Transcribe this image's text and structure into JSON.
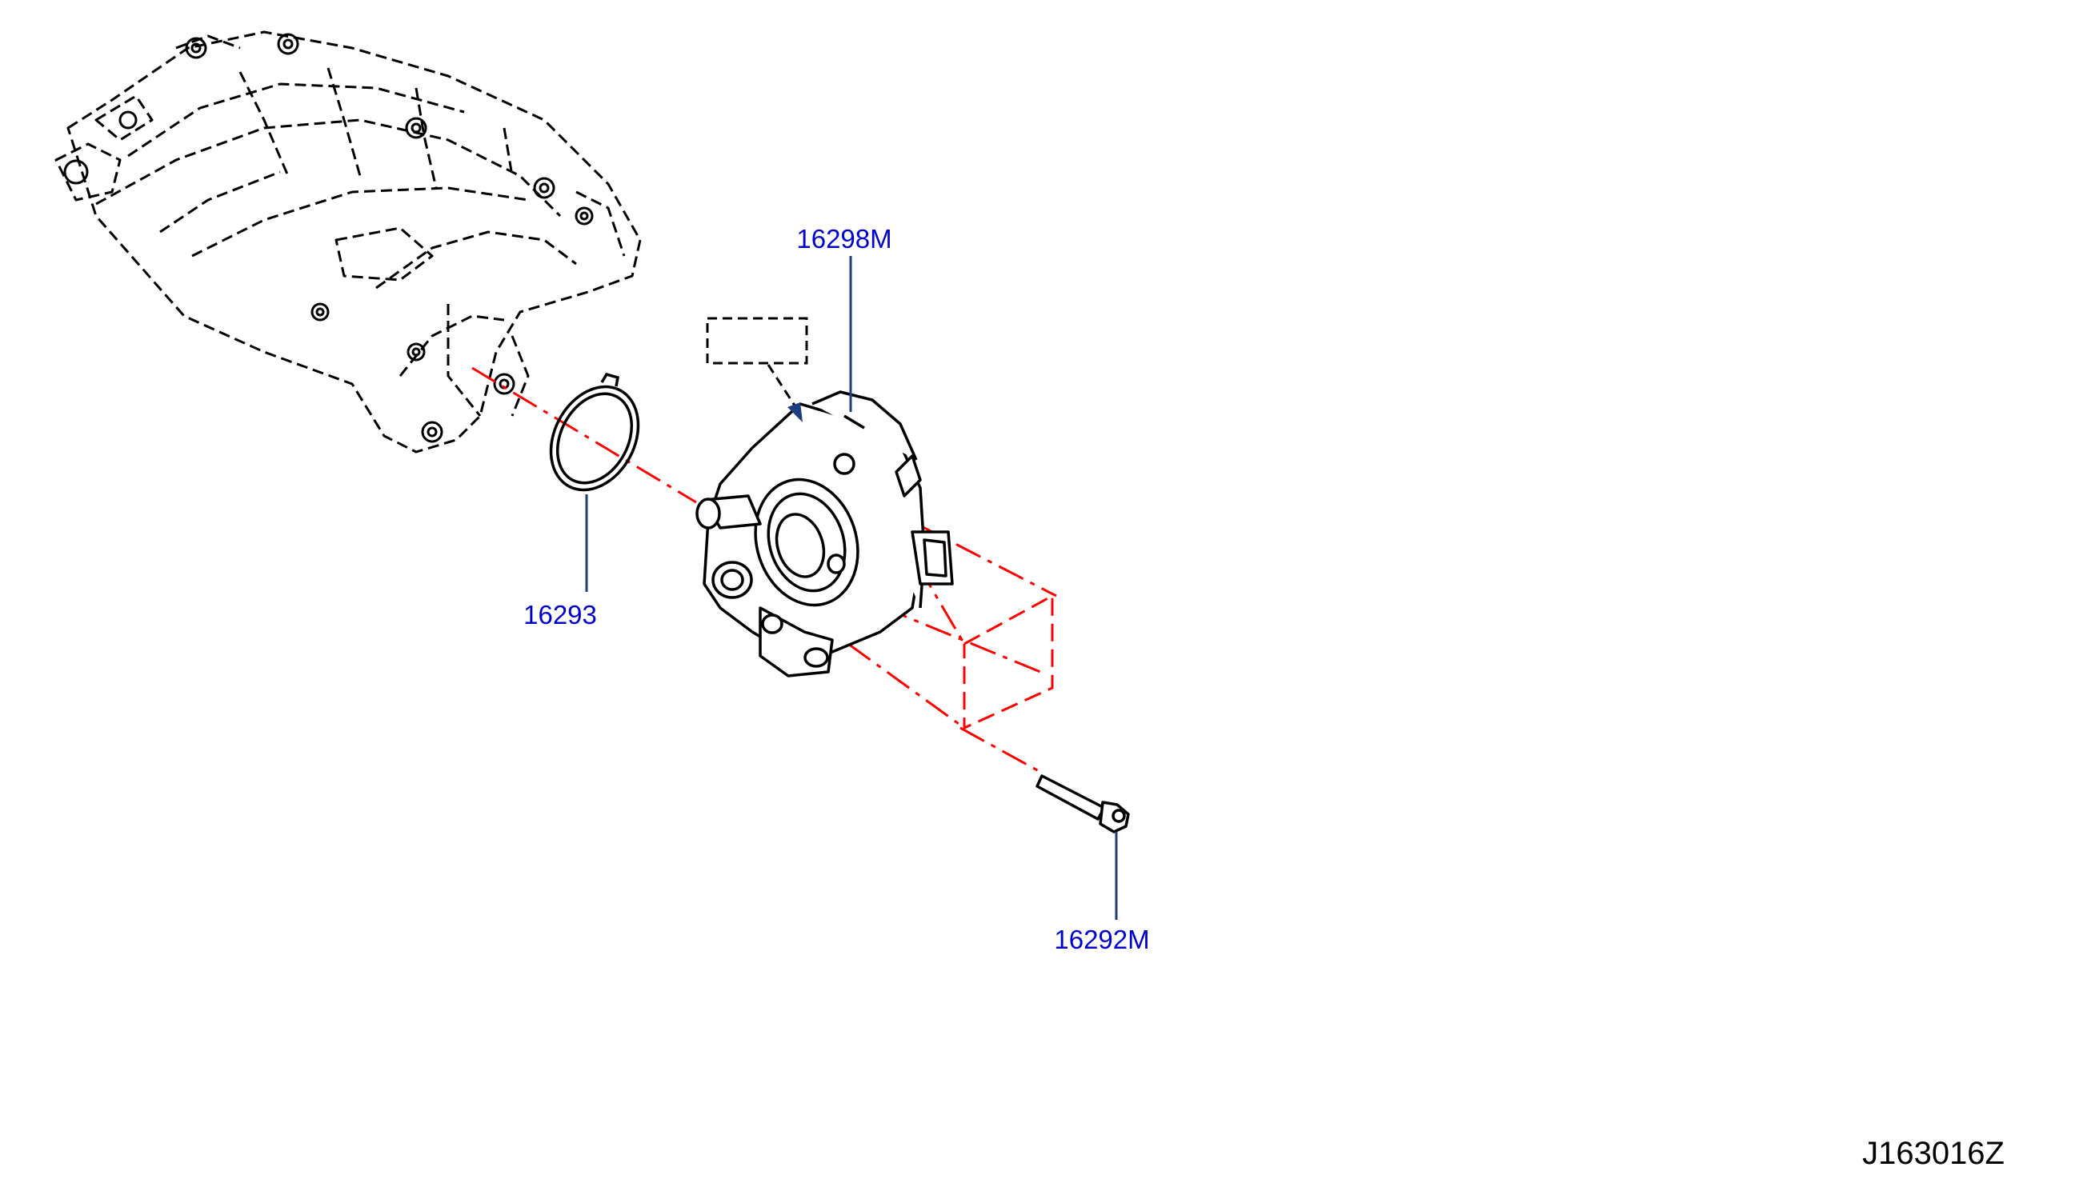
{
  "diagram": {
    "parts": [
      {
        "number": "16298M",
        "name": "throttle-body"
      },
      {
        "number": "16293",
        "name": "gasket"
      },
      {
        "number": "16292M",
        "name": "bolt"
      }
    ],
    "diagram_id": "J163016Z",
    "colors": {
      "callout": "#0000cc",
      "leader": "#1f3d80",
      "assembly_line": "#ff0000",
      "drawing": "#000000"
    }
  }
}
